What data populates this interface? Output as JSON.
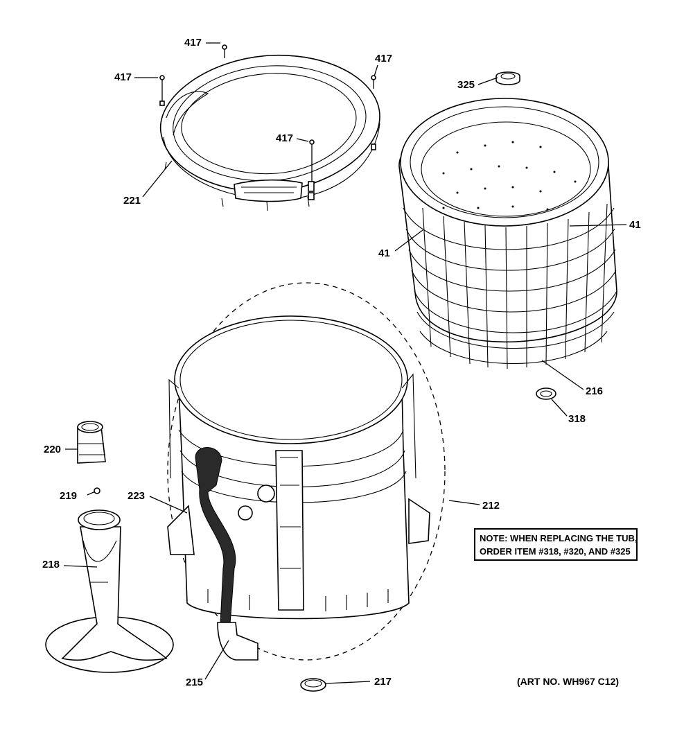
{
  "diagram": {
    "labels": {
      "l417a": "417",
      "l417b": "417",
      "l417c": "417",
      "l417d": "417",
      "l221": "221",
      "l325": "325",
      "l41a": "41",
      "l41b": "41",
      "l216": "216",
      "l318": "318",
      "l220": "220",
      "l219": "219",
      "l223": "223",
      "l212": "212",
      "l218": "218",
      "l215": "215",
      "l217": "217"
    },
    "note": {
      "line1": "NOTE: WHEN REPLACING THE TUB,",
      "line2": "ORDER ITEM #318, #320, AND #325"
    },
    "art_number": "(ART NO. WH967 C12)"
  }
}
